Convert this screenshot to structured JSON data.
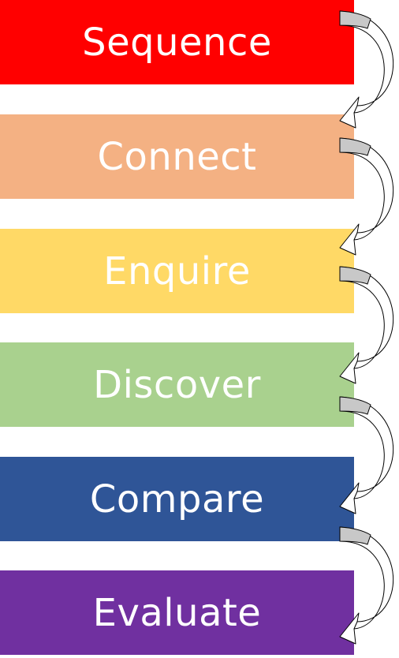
{
  "steps": [
    {
      "label": "Sequence",
      "color": "#ff0000"
    },
    {
      "label": "Connect",
      "color": "#f4b183"
    },
    {
      "label": "Enquire",
      "color": "#ffd966"
    },
    {
      "label": "Discover",
      "color": "#a9d18e"
    },
    {
      "label": "Compare",
      "color": "#2f5597"
    },
    {
      "label": "Evaluate",
      "color": "#7030a0"
    }
  ],
  "connector_icon": "curved-arrow-icon"
}
